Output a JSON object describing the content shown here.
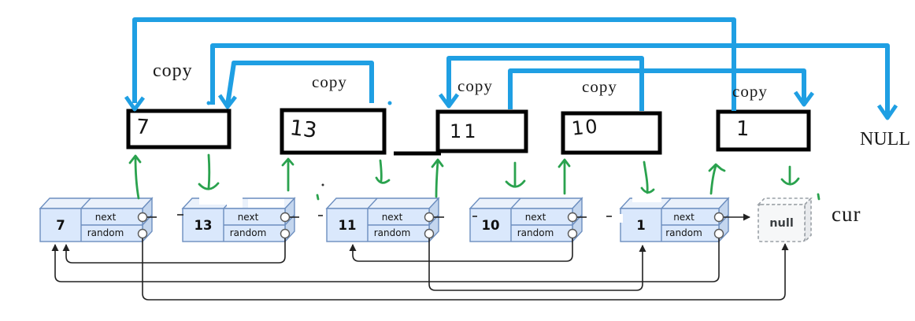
{
  "labels": {
    "copy": "copy",
    "null_upper": "NULL",
    "cur": "cur",
    "null_node": "null",
    "next": "next",
    "random": "random"
  },
  "original_list": {
    "nodes": [
      {
        "value": "7"
      },
      {
        "value": "13"
      },
      {
        "value": "11"
      },
      {
        "value": "10"
      },
      {
        "value": "1"
      }
    ]
  },
  "copy_boxes": [
    {
      "value": "7"
    },
    {
      "value": "13"
    },
    {
      "value": "11"
    },
    {
      "value": "10"
    },
    {
      "value": "1"
    }
  ],
  "colors": {
    "copy_arrow_blue": "#1f9fe3",
    "annotation_green": "#2aa24e",
    "node_fill": "#dae8fc",
    "node_border": "#6c8ebf",
    "pointer_black": "#222222"
  }
}
